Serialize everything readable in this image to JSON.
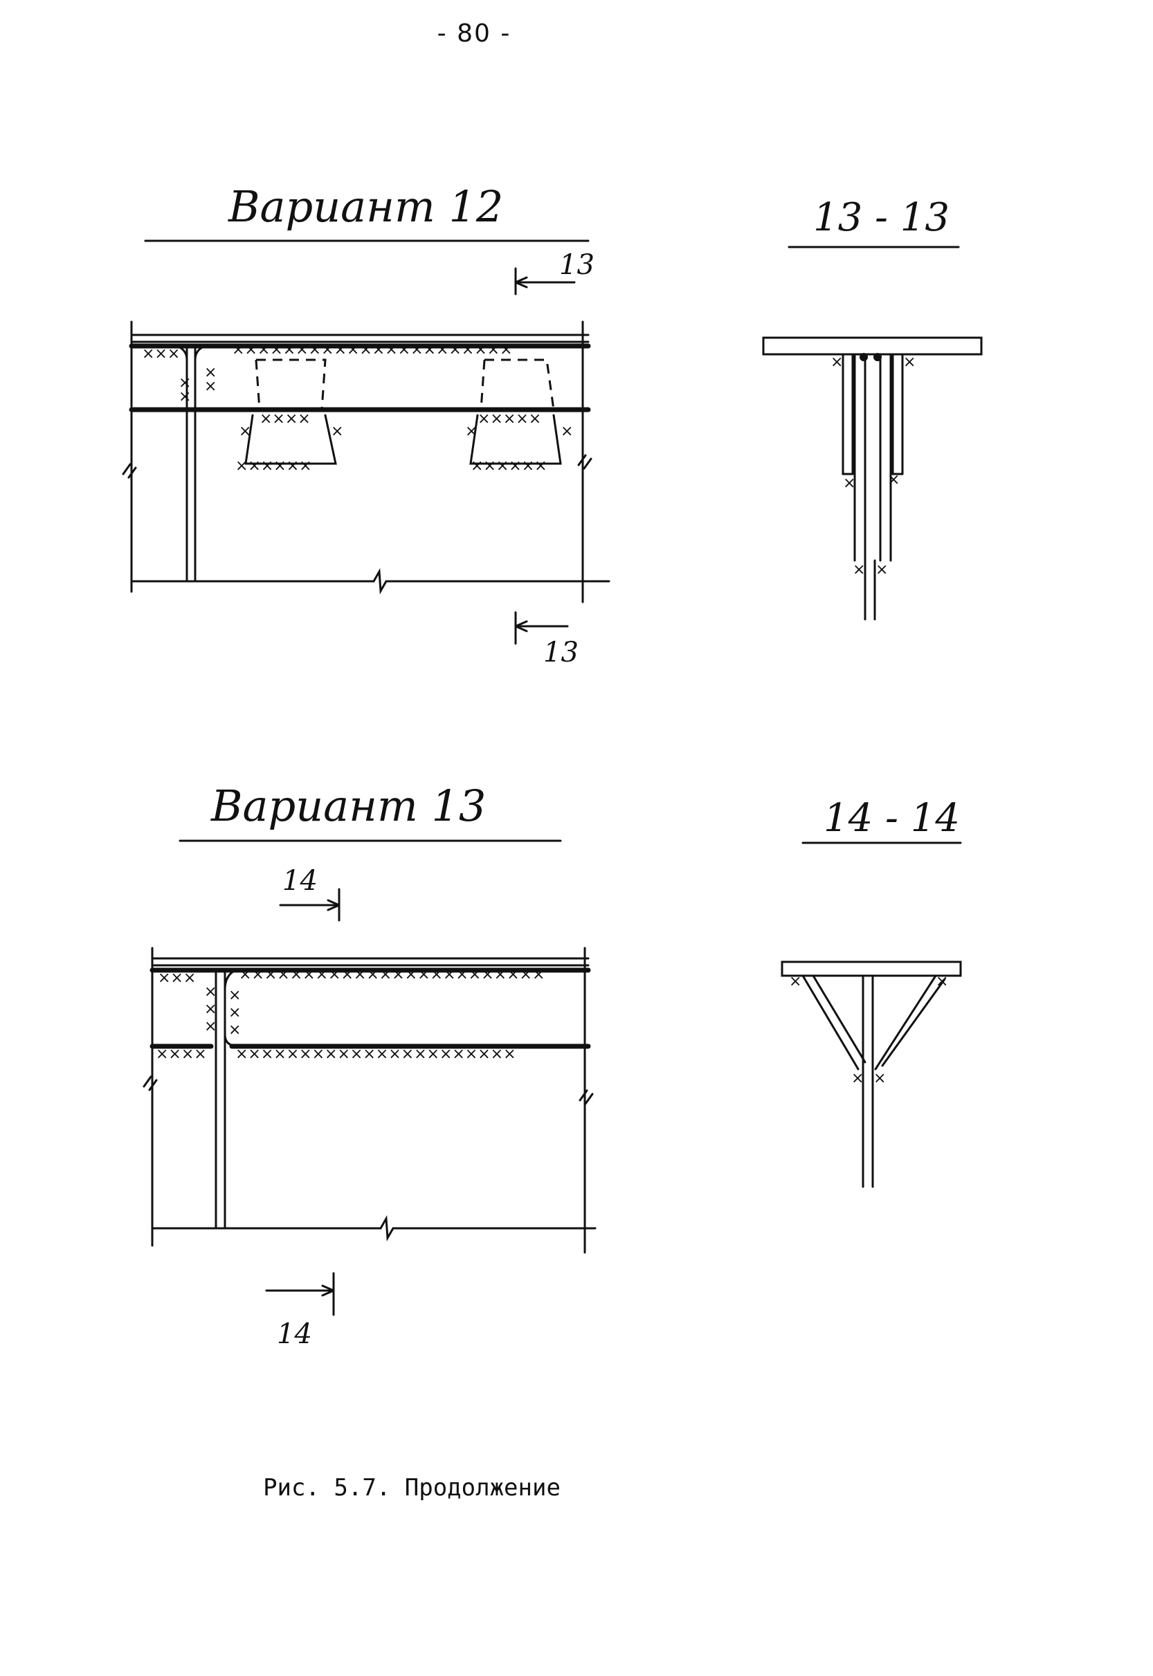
{
  "page_number": "- 80 -",
  "variant_12": {
    "title": "Вариант 12",
    "cut_label_top": "13",
    "cut_label_bottom": "13"
  },
  "section_13": {
    "title": "13 - 13"
  },
  "variant_13": {
    "title": "Вариант 13",
    "cut_label_top": "14",
    "cut_label_bottom": "14"
  },
  "section_14": {
    "title": "14 - 14"
  },
  "caption": "Рис. 5.7. Продолжение",
  "weld_mark": "×"
}
